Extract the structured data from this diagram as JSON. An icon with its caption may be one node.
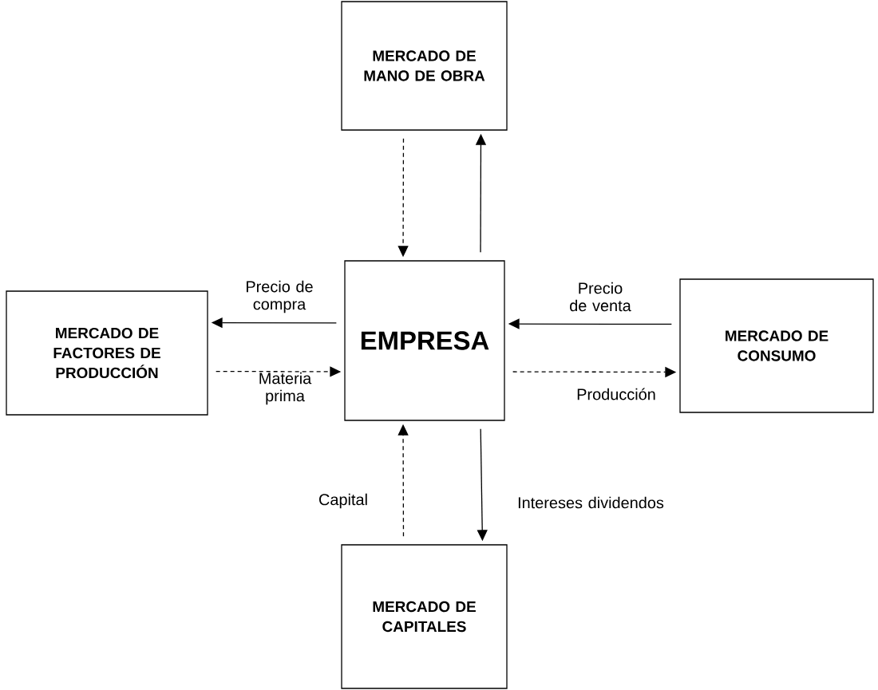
{
  "diagram": {
    "nodes": [
      {
        "text": [
          "MERCADO DE MANO DE OBRA"
        ]
      },
      {
        "text": [
          "MERCADO DE FACTORES DE PRODUCCIÓN"
        ]
      },
      {
        "text": [
          "EMPRESA"
        ]
      },
      {
        "text": [
          "MERCADO DE CONSUMO"
        ]
      },
      {
        "text": [
          "MERCADO DE CAPITALES"
        ]
      }
    ],
    "edges": [
      {
        "from": 0,
        "to": 2,
        "arrow": "to",
        "style": "dashed"
      },
      {
        "from": 2,
        "to": 0,
        "arrow": "to"
      },
      {
        "from": 2,
        "to": 1,
        "arrow": "to",
        "label": "Precio de compra"
      },
      {
        "from": 1,
        "to": 2,
        "arrow": "to",
        "style": "dashed",
        "label": "Materia prima"
      },
      {
        "from": 3,
        "to": 2,
        "arrow": "to",
        "label": "Precio de venta"
      },
      {
        "from": 2,
        "to": 3,
        "arrow": "to",
        "style": "dashed",
        "label": "Producción"
      },
      {
        "from": 4,
        "to": 2,
        "arrow": "to",
        "style": "dashed",
        "label": "Capital"
      },
      {
        "from": 2,
        "to": 4,
        "arrow": "to",
        "label": "Intereses dividendos"
      }
    ]
  }
}
